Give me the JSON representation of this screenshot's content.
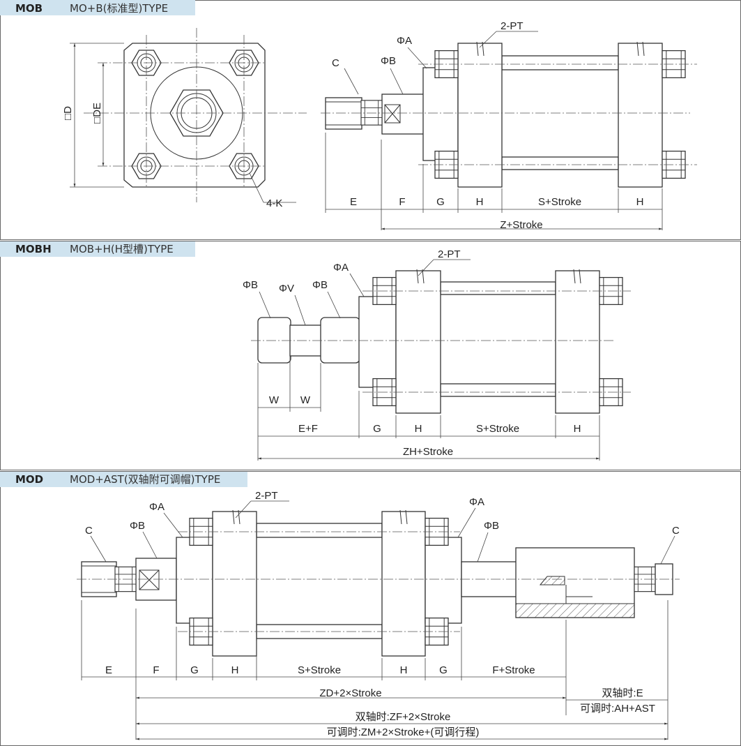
{
  "sections": [
    {
      "code": "MOB",
      "title": "MO+B(标准型)TYPE"
    },
    {
      "code": "MOBH",
      "title": "MOB+H(H型槽)TYPE"
    },
    {
      "code": "MOD",
      "title": "MOD+AST(双轴附可调帽)TYPE"
    }
  ],
  "mob": {
    "front": {
      "d": "□D",
      "de": "□DE",
      "k": "4-K"
    },
    "side": {
      "c": "C",
      "phi_b": "ΦB",
      "phi_a": "ΦA",
      "pt": "2-PT",
      "dims": [
        "E",
        "F",
        "G",
        "H",
        "S+Stroke",
        "H"
      ],
      "z": "Z+Stroke"
    }
  },
  "mobh": {
    "phi_b1": "ΦB",
    "phi_v": "ΦV",
    "phi_b2": "ΦB",
    "phi_a": "ΦA",
    "pt": "2-PT",
    "w1": "W",
    "w2": "W",
    "dims": [
      "E+F",
      "G",
      "H",
      "S+Stroke",
      "H"
    ],
    "zh": "ZH+Stroke"
  },
  "mod": {
    "c1": "C",
    "phi_b1": "ΦB",
    "phi_a1": "ΦA",
    "pt": "2-PT",
    "phi_a2": "ΦA",
    "phi_b2": "ΦB",
    "c2": "C",
    "dims": [
      "E",
      "F",
      "G",
      "H",
      "S+Stroke",
      "H",
      "G",
      "F+Stroke"
    ],
    "zd": "ZD+2×Stroke",
    "double_e": "双轴时:E",
    "adj_ah": "可调时:AH+AST",
    "zf": "双轴时:ZF+2×Stroke",
    "zm": "可调时:ZM+2×Stroke+(可调行程)"
  },
  "colors": {
    "header_band": "#cfe3ef",
    "border": "#666666"
  }
}
